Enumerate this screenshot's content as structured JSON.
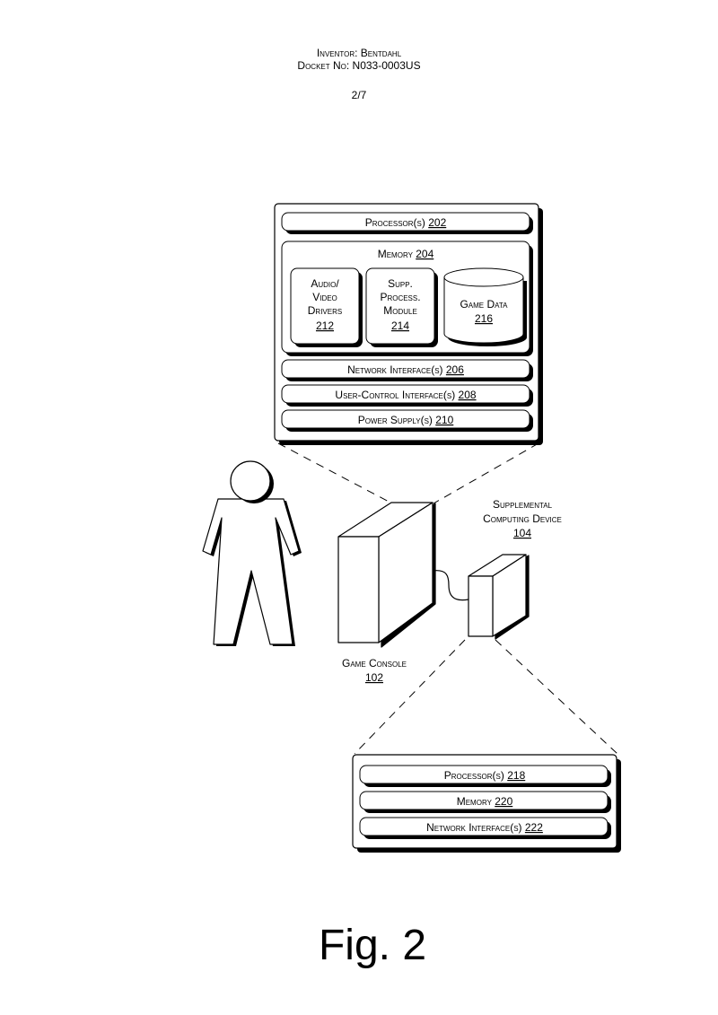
{
  "header": {
    "inventor": "Inventor: Bentdahl",
    "docket": "Docket No: N033-0003US",
    "page": "2/7"
  },
  "console_box": {
    "processor": {
      "label": "Processor(s)",
      "ref": "202"
    },
    "memory": {
      "label": "Memory",
      "ref": "204"
    },
    "av_drivers": {
      "line1": "Audio/",
      "line2": "Video",
      "line3": "Drivers",
      "ref": "212"
    },
    "supp_module": {
      "line1": "Supp.",
      "line2": "Process.",
      "line3": "Module",
      "ref": "214"
    },
    "game_data": {
      "label": "Game Data",
      "ref": "216"
    },
    "network": {
      "label": "Network Interface(s)",
      "ref": "206"
    },
    "user_control": {
      "label": "User-Control Interface(s)",
      "ref": "208"
    },
    "power": {
      "label": "Power Supply(s)",
      "ref": "210"
    }
  },
  "supplemental_label": {
    "line1": "Supplemental",
    "line2": "Computing Device",
    "ref": "104"
  },
  "console_label": {
    "line1": "Game Console",
    "ref": "102"
  },
  "device_box": {
    "processor": {
      "label": "Processor(s)",
      "ref": "218"
    },
    "memory": {
      "label": "Memory",
      "ref": "220"
    },
    "network": {
      "label": "Network Interface(s)",
      "ref": "222"
    }
  },
  "figure_caption": "Fig. 2"
}
